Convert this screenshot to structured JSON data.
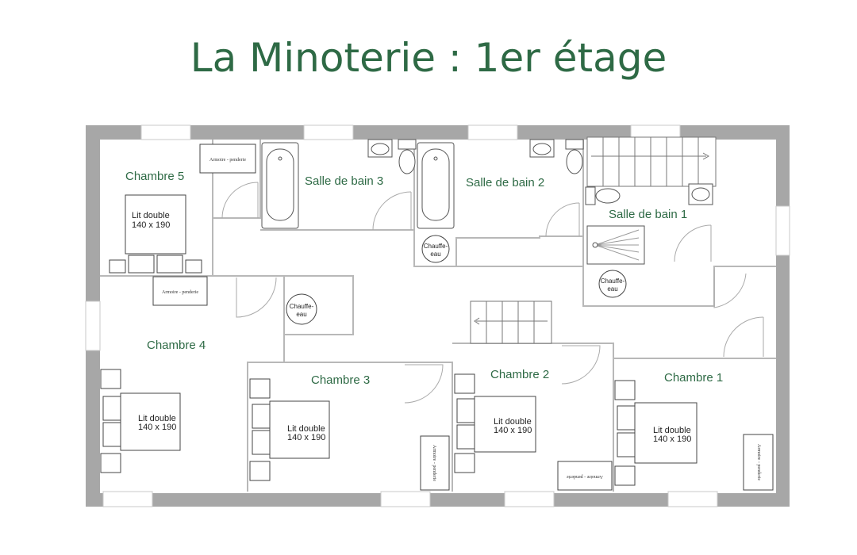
{
  "title": "La Minoterie : 1er étage",
  "rooms": {
    "chambre5": "Chambre 5",
    "chambre4": "Chambre 4",
    "chambre3": "Chambre 3",
    "chambre2": "Chambre 2",
    "chambre1": "Chambre 1",
    "sdb3": "Salle de bain 3",
    "sdb2": "Salle de bain 2",
    "sdb1": "Salle de bain 1"
  },
  "bed": {
    "line1": "Lit double",
    "line2": "140 x 190"
  },
  "heater": {
    "line1": "Chauffe-",
    "line2": "eau"
  },
  "wardrobe": "Armoire - penderie",
  "colors": {
    "title": "#2e6a45",
    "outer_wall": "#a7a7a7",
    "window": "#ffffff"
  }
}
